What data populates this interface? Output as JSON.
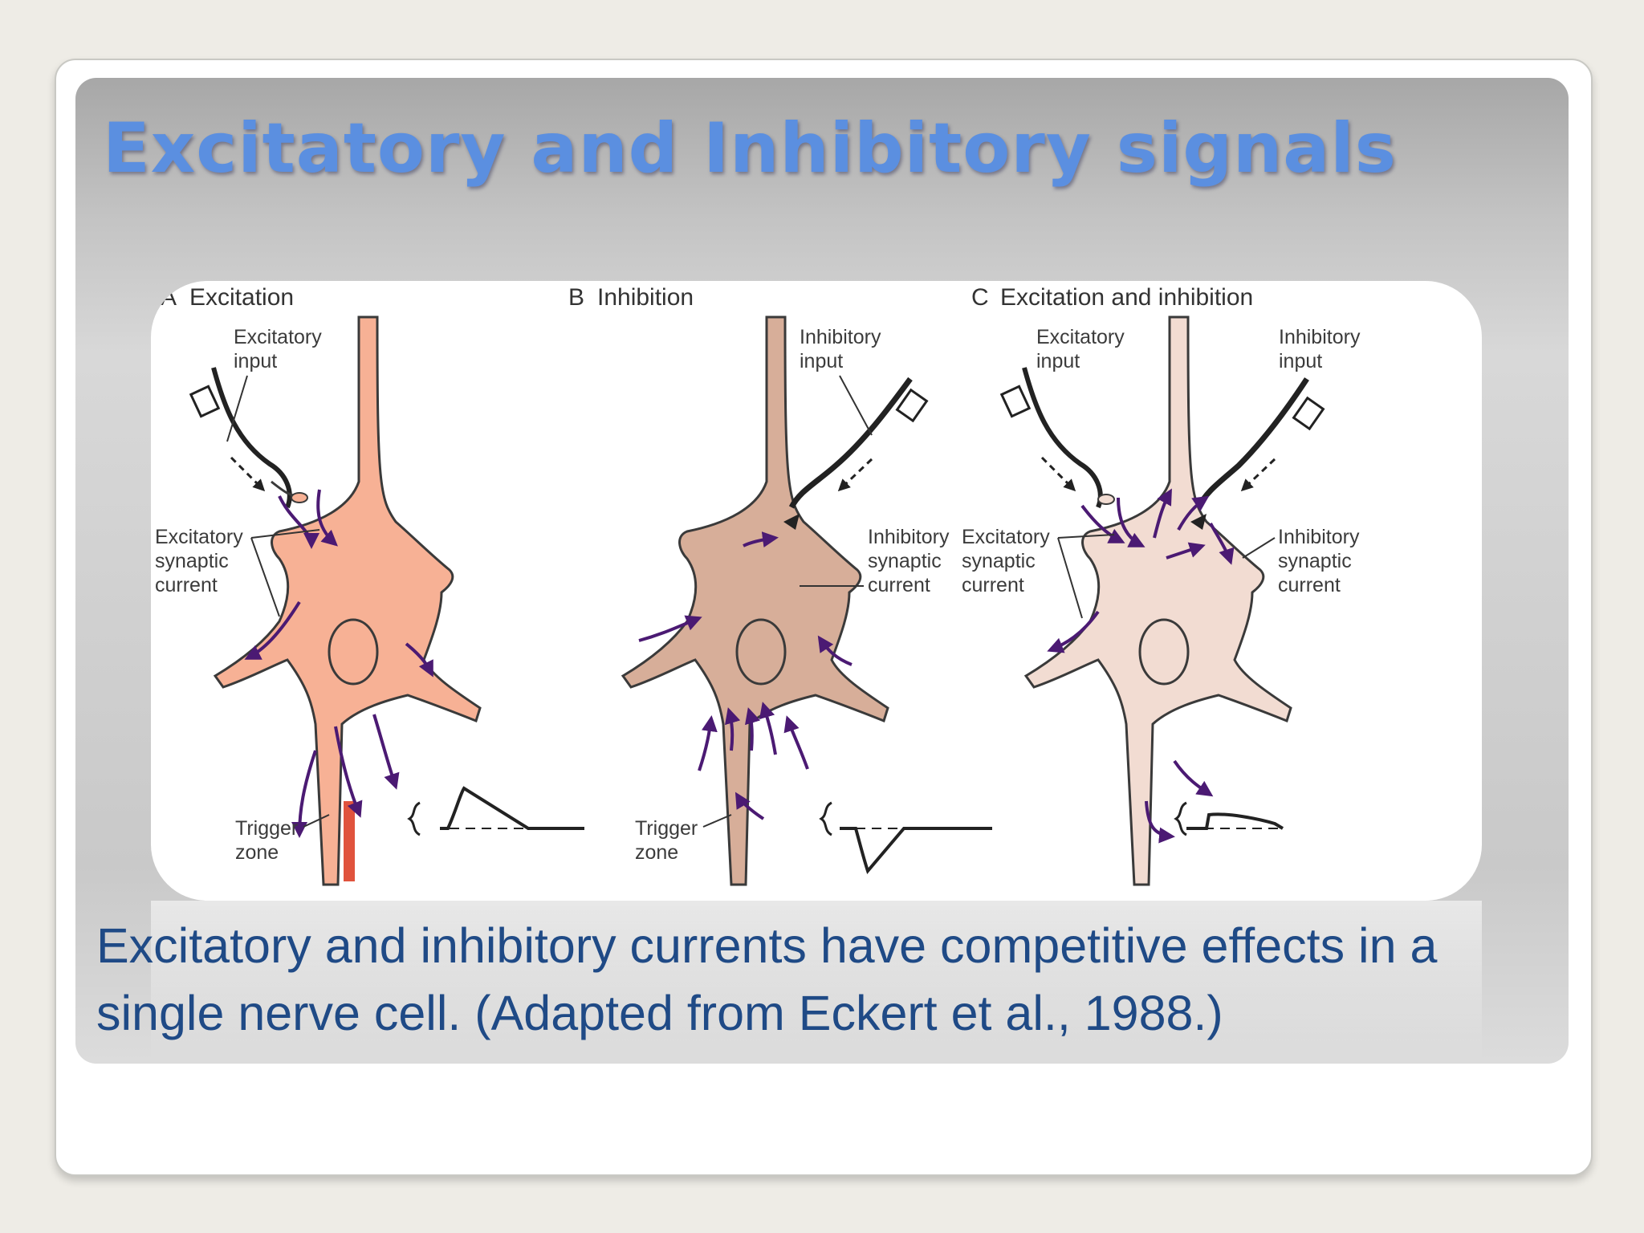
{
  "slide": {
    "title": "Excitatory and Inhibitory signals",
    "caption": "Excitatory and inhibitory currents have competitive effects in a single nerve cell. (Adapted from Eckert et al., 1988.)"
  },
  "figure": {
    "panels": [
      {
        "letter": "A",
        "heading": "Excitation",
        "cell_color": "#f7b195",
        "labels": {
          "input": [
            "Excitatory",
            "input"
          ],
          "current": [
            "Excitatory",
            "synaptic",
            "current"
          ],
          "trigger": [
            "Trigger",
            "zone"
          ]
        },
        "potential": "excitatory postsynaptic potential"
      },
      {
        "letter": "B",
        "heading": "Inhibition",
        "cell_color": "#d7ae99",
        "labels": {
          "input": [
            "Inhibitory",
            "input"
          ],
          "current": [
            "Inhibitory",
            "synaptic",
            "current"
          ],
          "trigger": [
            "Trigger",
            "zone"
          ]
        },
        "potential": "inhibitory postsynaptic potential"
      },
      {
        "letter": "C",
        "heading": "Excitation and inhibition",
        "cell_color": "#f2dcd2",
        "labels": {
          "input_exc": [
            "Excitatory",
            "input"
          ],
          "input_inh": [
            "Inhibitory",
            "input"
          ],
          "current_exc": [
            "Excitatory",
            "synaptic",
            "current"
          ],
          "current_inh": [
            "Inhibitory",
            "synaptic",
            "current"
          ]
        },
        "potential": "summed postsynaptic potential"
      }
    ],
    "colors": {
      "arrow": "#4b1a73",
      "outline": "#3a3a3a",
      "trigger": "#e0533d"
    }
  }
}
